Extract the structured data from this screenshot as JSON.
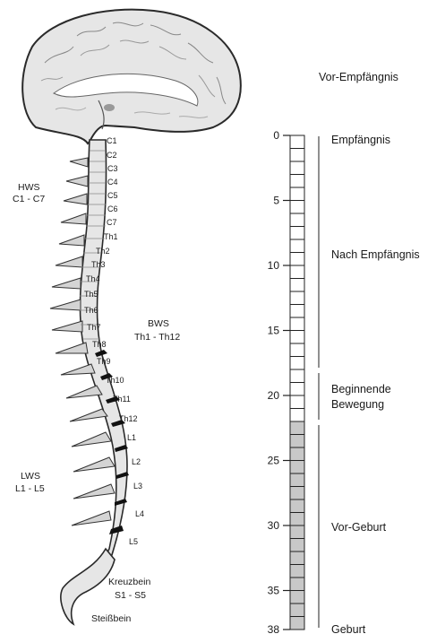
{
  "anatomy": {
    "vertebrae": [
      "C1",
      "C2",
      "C3",
      "C4",
      "C5",
      "C6",
      "C7",
      "Th1",
      "Th2",
      "Th3",
      "Th4",
      "Th5",
      "Th6",
      "Th7",
      "Th8",
      "Th9",
      "Th10",
      "Th11",
      "Th12",
      "L1",
      "L2",
      "L3",
      "L4",
      "L5"
    ],
    "regions": {
      "hws": {
        "name": "HWS",
        "range": "C1 - C7"
      },
      "bws": {
        "name": "BWS",
        "range": "Th1 - Th12"
      },
      "lws": {
        "name": "LWS",
        "range": "L1 - L5"
      },
      "kreuzbein": {
        "name": "Kreuzbein",
        "range": "S1 - S5"
      },
      "steissbein": {
        "name": "Steißbein"
      }
    }
  },
  "scale": {
    "min": 0,
    "max": 38,
    "ticks": [
      "0",
      "5",
      "10",
      "15",
      "20",
      "25",
      "30",
      "35",
      "38"
    ],
    "unshaded_until": 22,
    "shade_color": "#c8c8c8"
  },
  "phases": {
    "vor_empfaengnis": "Vor-Empfängnis",
    "empfaengnis": "Empfängnis",
    "nach_empfaengnis": "Nach Empfängnis",
    "beginnende_1": "Beginnende",
    "beginnende_2": "Bewegung",
    "vor_geburt": "Vor-Geburt",
    "geburt": "Geburt"
  }
}
